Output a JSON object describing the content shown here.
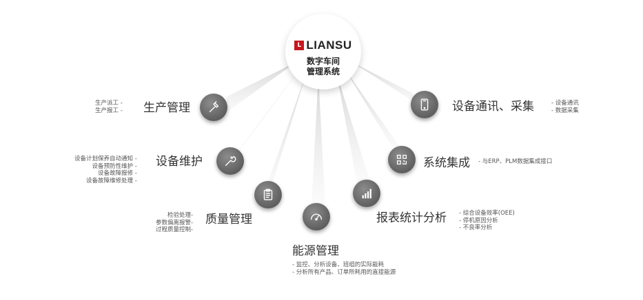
{
  "hub": {
    "logo_text": "LIANSU",
    "title_line1": "数字车间",
    "title_line2": "管理系统"
  },
  "modules": {
    "production": {
      "label": "生产管理",
      "notes": [
        "生产派工 -",
        "生产报工 -"
      ]
    },
    "maintenance": {
      "label": "设备维护",
      "notes": [
        "设备计划保养自动通知 -",
        "设备预防性维护 -",
        "设备故障报修 -",
        "设备故障维修处理 -"
      ]
    },
    "quality": {
      "label": "质量管理",
      "notes": [
        "检验处理-",
        "参数偏离报警-",
        "过程质量控制-"
      ]
    },
    "energy": {
      "label": "能源管理",
      "notes": [
        "- 监控、分析设备、班组的实际能耗",
        "- 分析所有产品、订单所耗用的直接能源"
      ]
    },
    "reports": {
      "label": "报表统计分析",
      "notes": [
        "- 综合设备效率(OEE)",
        "- 停机原因分析",
        "- 不良率分析"
      ]
    },
    "integration": {
      "label": "系统集成",
      "notes": [
        "- 与ERP、PLM数据集成接口"
      ]
    },
    "comms": {
      "label": "设备通讯、采集",
      "notes": [
        "- 设备通讯",
        "- 数据采集"
      ]
    }
  },
  "icons": {
    "production": "hammer-icon",
    "maintenance": "wrench-icon",
    "quality": "clipboard-icon",
    "energy": "gauge-icon",
    "reports": "bar-chart-icon",
    "integration": "qr-code-icon",
    "comms": "mobile-device-icon"
  },
  "colors": {
    "brand_red": "#c8161d",
    "node_gray": "#666666"
  }
}
